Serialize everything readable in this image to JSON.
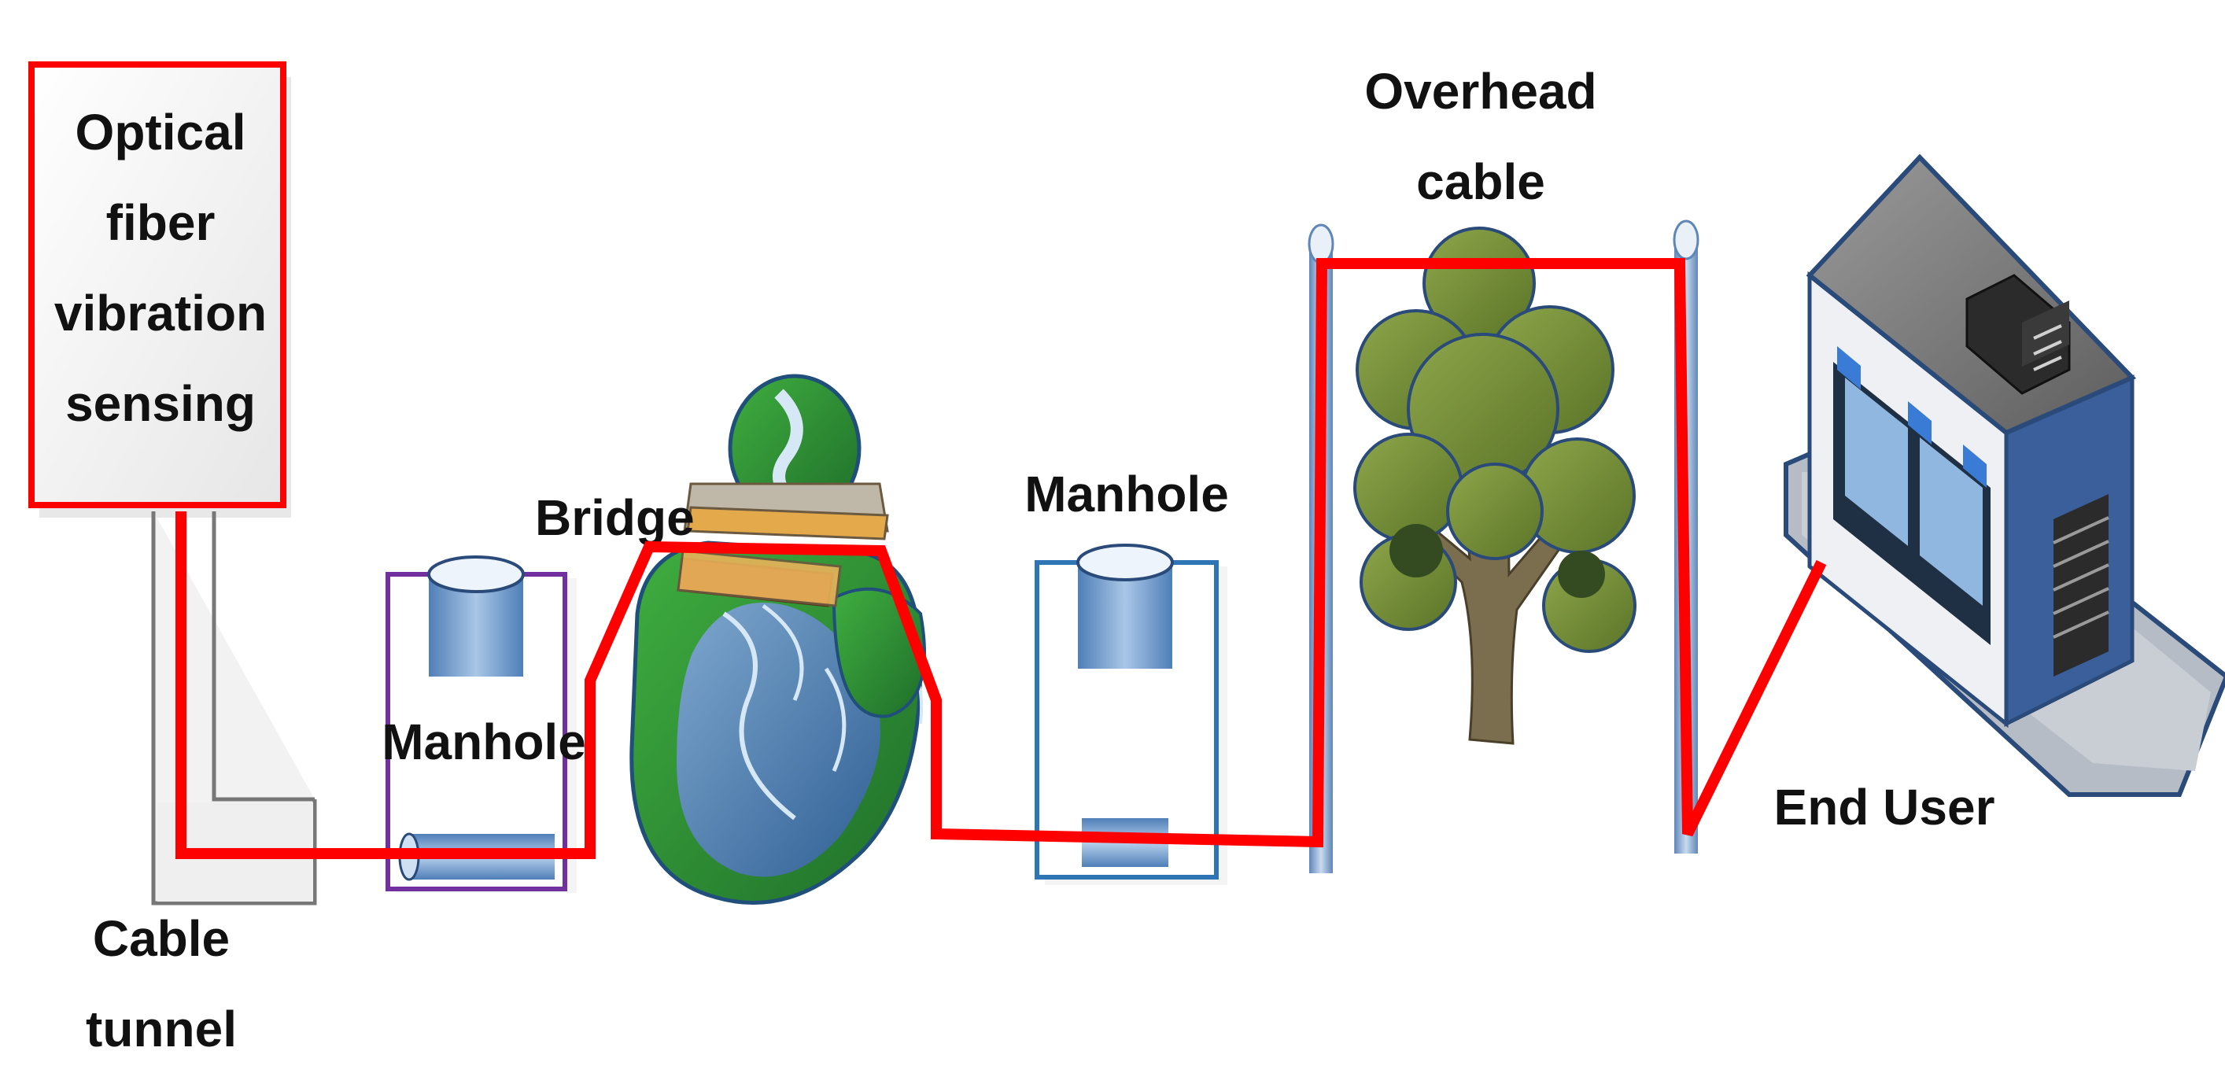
{
  "labels": {
    "sensor": [
      "Optical",
      "fiber",
      "vibration",
      "sensing"
    ],
    "cable_tunnel": [
      "Cable",
      "tunnel"
    ],
    "manhole_1": "Manhole",
    "bridge": "Bridge",
    "manhole_2": "Manhole",
    "overhead_cable": [
      "Overhead",
      "cable"
    ],
    "end_user": "End User"
  },
  "colors": {
    "fiber_line": "#ff0000",
    "sensor_border": "#ff0000",
    "manhole_1_border": "#7030a0",
    "manhole_2_border": "#2e75b6",
    "pipe_fill": "#6a97c8",
    "tree_foliage": "#7f9a3c",
    "trunk": "#7b6e4f",
    "pole": "#8fb0d6",
    "building_roof": "#777777",
    "building_trim": "#2a4a7a"
  },
  "icons": [
    "manhole-icon",
    "bridge-river-icon",
    "tree-icon",
    "utility-pole-icon",
    "building-icon"
  ]
}
